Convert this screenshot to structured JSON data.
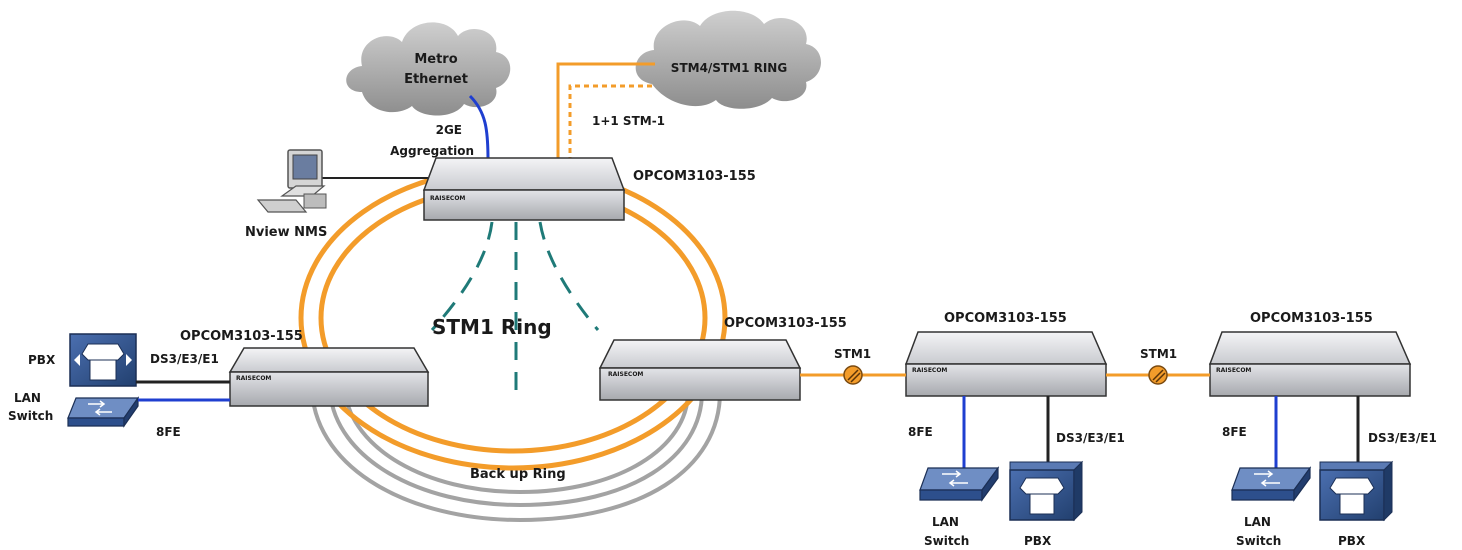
{
  "clouds": {
    "metro": {
      "line1": "Metro",
      "line2": "Ethernet"
    },
    "stm4": "STM4/STM1 RING"
  },
  "links": {
    "ge_line1": "2GE",
    "ge_line2": "Aggregation",
    "stm1_protect": "1+1 STM-1",
    "stm1_a": "STM1",
    "stm1_b": "STM1"
  },
  "nms": "Nview NMS",
  "devices": {
    "brand": "RAISECOM",
    "top": "OPCOM3103-155",
    "left": "OPCOM3103-155",
    "ring_right": "OPCOM3103-155",
    "chain1": "OPCOM3103-155",
    "chain2": "OPCOM3103-155"
  },
  "rings": {
    "stm1": "STM1 Ring",
    "backup": "Back up Ring"
  },
  "left_side": {
    "pbx": "PBX",
    "ds3": "DS3/E3/E1",
    "lan_line1": "LAN",
    "lan_line2": "Switch",
    "fe": "8FE"
  },
  "chain1_side": {
    "fe": "8FE",
    "ds3": "DS3/E3/E1",
    "lan_line1": "LAN",
    "lan_line2": "Switch",
    "pbx": "PBX"
  },
  "chain2_side": {
    "fe": "8FE",
    "ds3": "DS3/E3/E1",
    "lan_line1": "LAN",
    "lan_line2": "Switch",
    "pbx": "PBX"
  },
  "colors": {
    "ring_orange": "#f39c2a",
    "backup_gray": "#9a9a9a",
    "fe_blue": "#1f3fd0",
    "dash_teal": "#1f7a78",
    "icon_blue": "#2d4f8c"
  }
}
